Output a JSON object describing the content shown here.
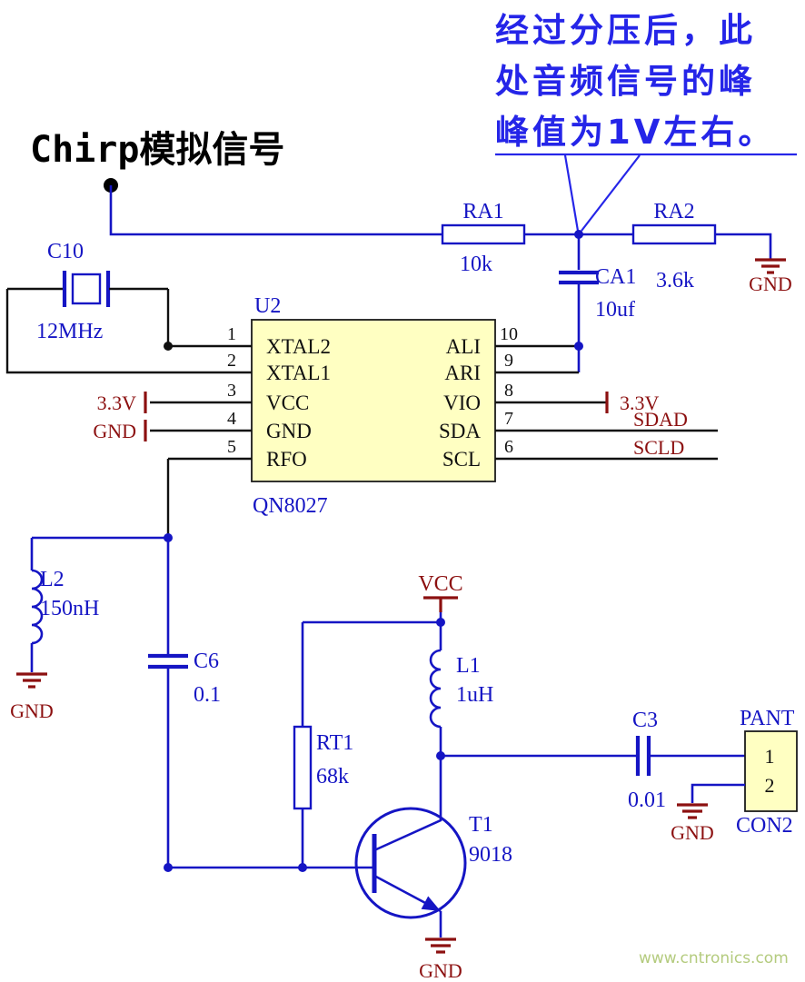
{
  "annotation": {
    "lines": [
      "经过分压后，此",
      "处音频信号的峰",
      "峰值为1V左右。"
    ],
    "color": "#2525e8"
  },
  "signal": {
    "label": "Chirp模拟信号"
  },
  "components": {
    "c10": {
      "ref": "C10",
      "value": "12MHz"
    },
    "u2": {
      "ref": "U2",
      "part": "QN8027",
      "left_pins": [
        {
          "num": "1",
          "name": "XTAL2"
        },
        {
          "num": "2",
          "name": "XTAL1"
        },
        {
          "num": "3",
          "name": "VCC"
        },
        {
          "num": "4",
          "name": "GND"
        },
        {
          "num": "5",
          "name": "RFO"
        }
      ],
      "right_pins": [
        {
          "num": "10",
          "name": "ALI"
        },
        {
          "num": "9",
          "name": "ARI"
        },
        {
          "num": "8",
          "name": "VIO"
        },
        {
          "num": "7",
          "name": "SDA"
        },
        {
          "num": "6",
          "name": "SCL"
        }
      ]
    },
    "ra1": {
      "ref": "RA1",
      "value": "10k"
    },
    "ra2": {
      "ref": "RA2",
      "value": "3.6k"
    },
    "ca1": {
      "ref": "CA1",
      "value": "10uf"
    },
    "l2": {
      "ref": "L2",
      "value": "150nH"
    },
    "c6": {
      "ref": "C6",
      "value": "0.1"
    },
    "rt1": {
      "ref": "RT1",
      "value": "68k"
    },
    "l1": {
      "ref": "L1",
      "value": "1uH"
    },
    "t1": {
      "ref": "T1",
      "value": "9018"
    },
    "c3": {
      "ref": "C3",
      "value": "0.01"
    },
    "con2": {
      "ref": "CON2",
      "name": "PANT",
      "pins": [
        "1",
        "2"
      ]
    }
  },
  "nets": {
    "v33": "3.3V",
    "gnd": "GND",
    "vcc": "VCC",
    "sdad": "SDAD",
    "scld": "SCLD"
  },
  "colors": {
    "wire_blue": "#1515c4",
    "net_red": "#8c1010",
    "part_fill": "#ffffc2",
    "annotation_blue": "#2525e8",
    "watermark_green": "#b4cb7e"
  },
  "watermark": {
    "text": "www.cntronics.com"
  }
}
